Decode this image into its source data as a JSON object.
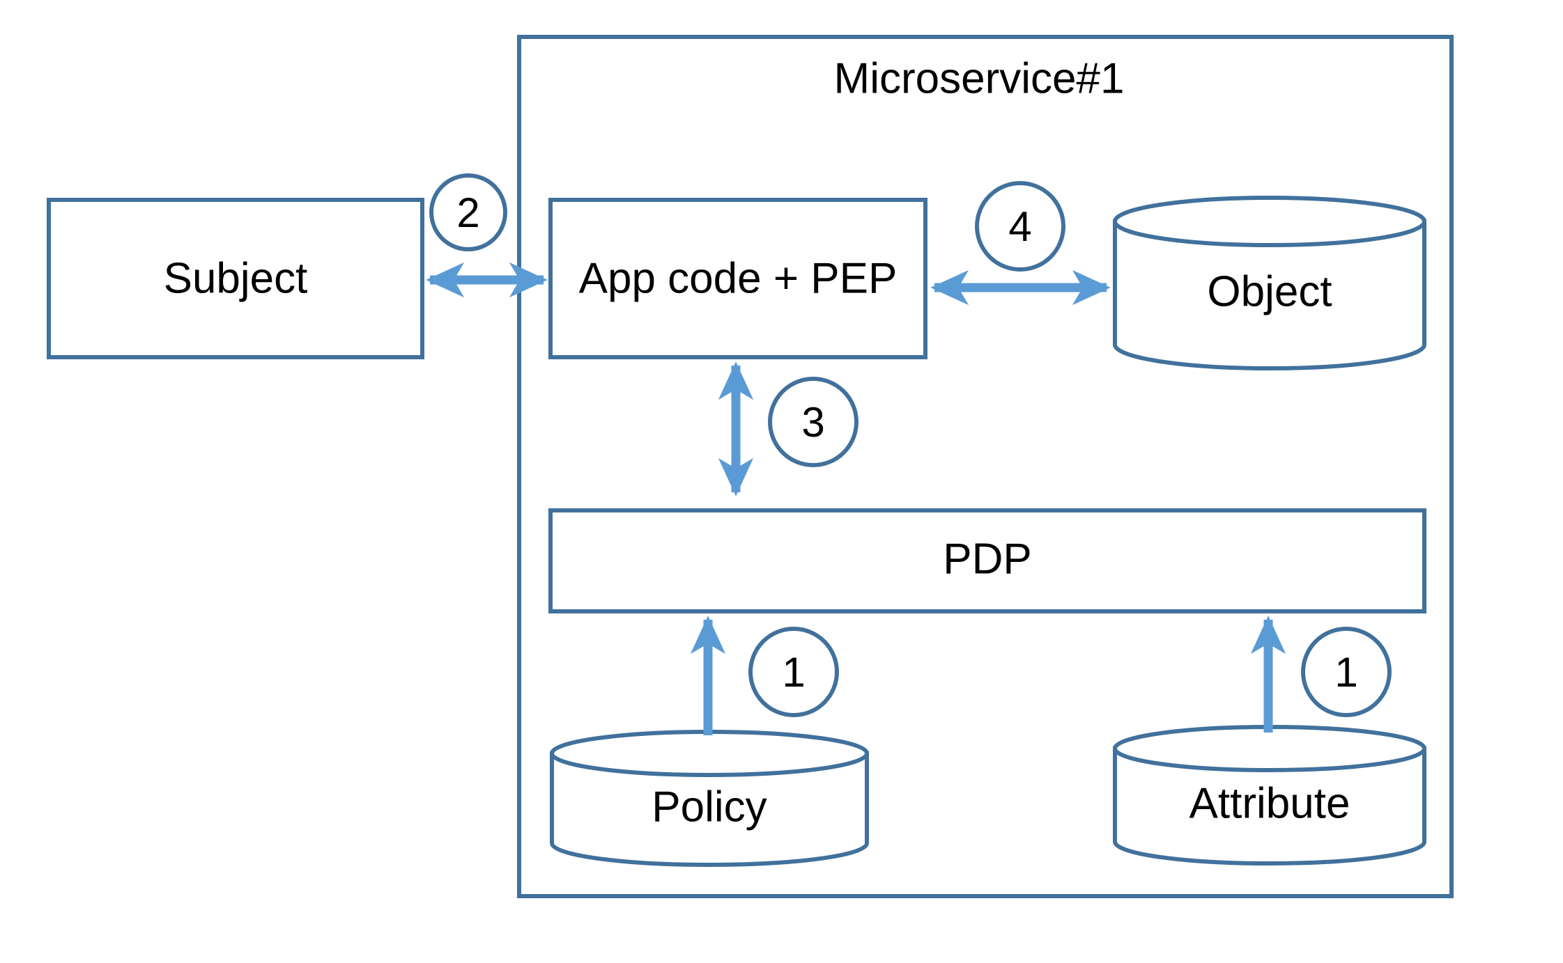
{
  "diagram": {
    "title": "Microservice#1",
    "colors": {
      "shape_border": "#41719C",
      "arrow": "#5B9BD5",
      "background": "#FFFFFF",
      "text": "#000000"
    },
    "frame": {
      "label": "Microservice#1"
    },
    "nodes": [
      {
        "id": "subject",
        "label": "Subject",
        "shape": "rectangle"
      },
      {
        "id": "app_pep",
        "label": "App code + PEP",
        "shape": "rectangle"
      },
      {
        "id": "object",
        "label": "Object",
        "shape": "cylinder"
      },
      {
        "id": "pdp",
        "label": "PDP",
        "shape": "rectangle"
      },
      {
        "id": "policy",
        "label": "Policy",
        "shape": "cylinder"
      },
      {
        "id": "attribute",
        "label": "Attribute",
        "shape": "cylinder"
      }
    ],
    "steps": [
      {
        "id": "step-2",
        "number": "2",
        "between": "Subject <-> App code + PEP",
        "direction": "bidirectional"
      },
      {
        "id": "step-4",
        "number": "4",
        "between": "App code + PEP <-> Object",
        "direction": "bidirectional"
      },
      {
        "id": "step-3",
        "number": "3",
        "between": "App code + PEP <-> PDP",
        "direction": "bidirectional"
      },
      {
        "id": "step-1-policy",
        "number": "1",
        "between": "Policy -> PDP",
        "direction": "up"
      },
      {
        "id": "step-1-attribute",
        "number": "1",
        "between": "Attribute -> PDP",
        "direction": "up"
      }
    ]
  }
}
